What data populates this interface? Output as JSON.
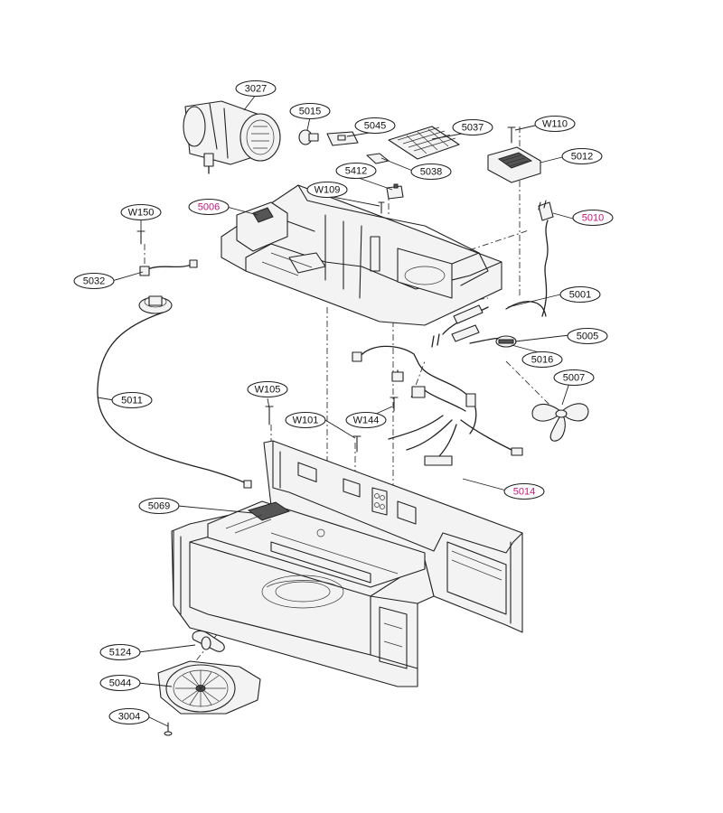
{
  "colors": {
    "line": "#222222",
    "highlight": "#c4167d",
    "background": "#ffffff"
  },
  "callouts": [
    {
      "id": "c-3027",
      "label": "3027",
      "highlight": false
    },
    {
      "id": "c-5015",
      "label": "5015",
      "highlight": false
    },
    {
      "id": "c-5045",
      "label": "5045",
      "highlight": false
    },
    {
      "id": "c-5037",
      "label": "5037",
      "highlight": false
    },
    {
      "id": "c-w110",
      "label": "W110",
      "highlight": false
    },
    {
      "id": "c-5038",
      "label": "5038",
      "highlight": false
    },
    {
      "id": "c-5012",
      "label": "5012",
      "highlight": false
    },
    {
      "id": "c-5412",
      "label": "5412",
      "highlight": false
    },
    {
      "id": "c-w109",
      "label": "W109",
      "highlight": false
    },
    {
      "id": "c-5006",
      "label": "5006",
      "highlight": true
    },
    {
      "id": "c-w150",
      "label": "W150",
      "highlight": false
    },
    {
      "id": "c-5010",
      "label": "5010",
      "highlight": true
    },
    {
      "id": "c-5032",
      "label": "5032",
      "highlight": false
    },
    {
      "id": "c-5001",
      "label": "5001",
      "highlight": false
    },
    {
      "id": "c-5005",
      "label": "5005",
      "highlight": false
    },
    {
      "id": "c-5016",
      "label": "5016",
      "highlight": false
    },
    {
      "id": "c-5007",
      "label": "5007",
      "highlight": false
    },
    {
      "id": "c-5011",
      "label": "5011",
      "highlight": false
    },
    {
      "id": "c-w105",
      "label": "W105",
      "highlight": false
    },
    {
      "id": "c-w144",
      "label": "W144",
      "highlight": false
    },
    {
      "id": "c-w101",
      "label": "W101",
      "highlight": false
    },
    {
      "id": "c-5014",
      "label": "5014",
      "highlight": true
    },
    {
      "id": "c-5069",
      "label": "5069",
      "highlight": false
    },
    {
      "id": "c-5124",
      "label": "5124",
      "highlight": false
    },
    {
      "id": "c-5044",
      "label": "5044",
      "highlight": false
    },
    {
      "id": "c-3004",
      "label": "3004",
      "highlight": false
    }
  ]
}
